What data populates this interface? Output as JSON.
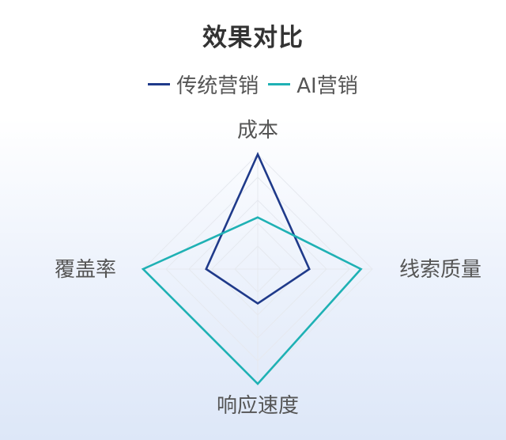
{
  "chart_data": {
    "type": "radar",
    "title": "效果对比",
    "indicators": [
      "成本",
      "线索质量",
      "响应速度",
      "覆盖率"
    ],
    "max": 1,
    "series": [
      {
        "name": "传统营销",
        "values": [
          1.0,
          0.45,
          0.3,
          0.45
        ],
        "color": "#1f3a8a"
      },
      {
        "name": "AI营销",
        "values": [
          0.45,
          0.9,
          1.0,
          1.0
        ],
        "color": "#1fb1b4"
      }
    ],
    "legend_position": "top"
  }
}
